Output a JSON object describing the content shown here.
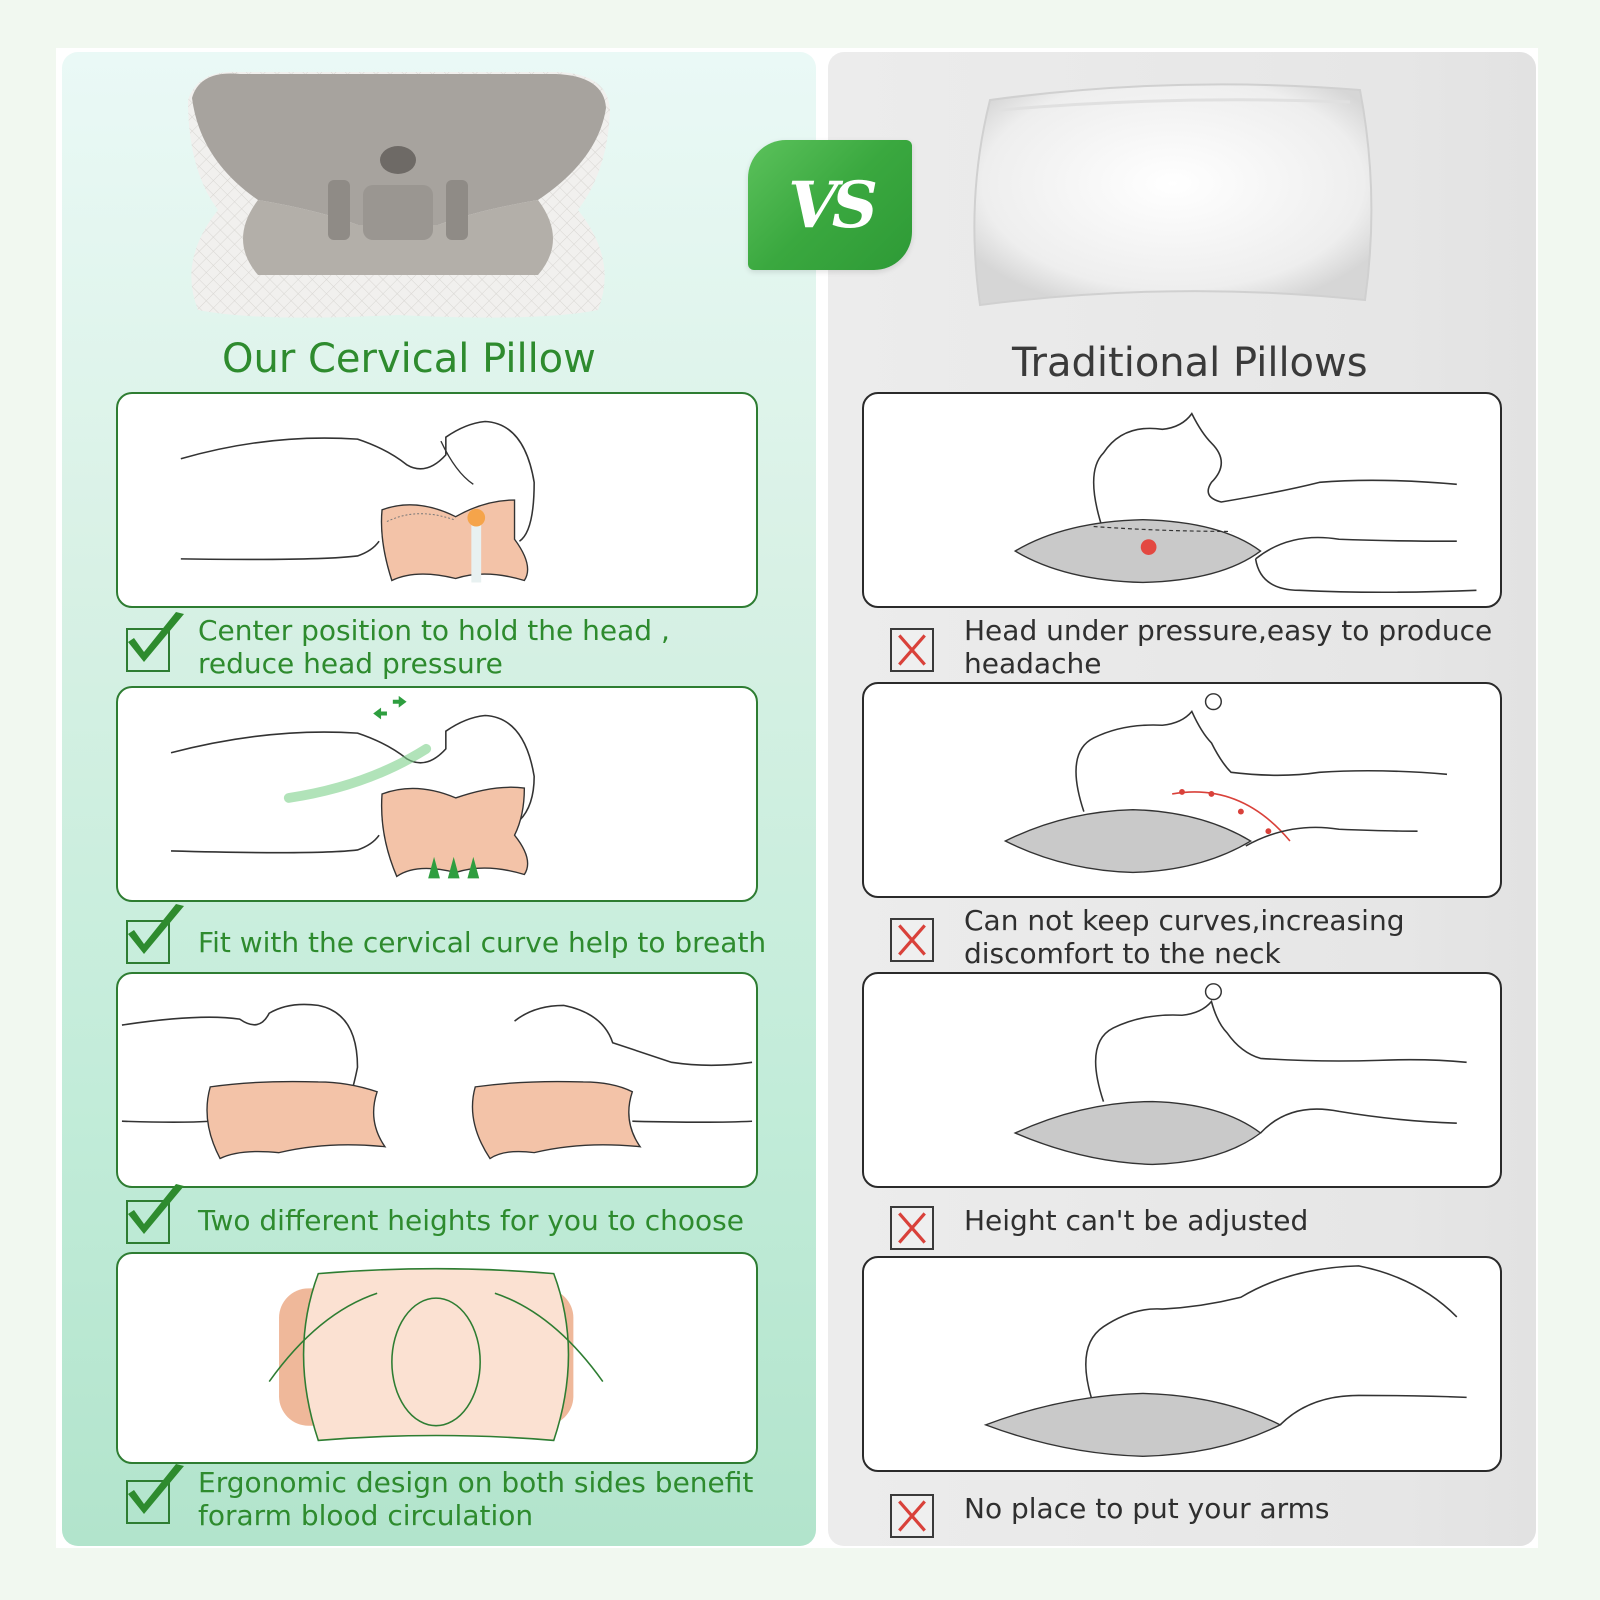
{
  "vs_badge": {
    "label": "VS",
    "color": "#3aa83f"
  },
  "left_column": {
    "title": "Our Cervical Pillow",
    "accent_color": "#2e8b2e",
    "status_icon": "checkmark-icon",
    "features": [
      {
        "illustration": "pillow-center-head-support",
        "line1": "Center position to hold the head ,",
        "line2": "reduce head pressure"
      },
      {
        "illustration": "pillow-cervical-curve-breathing",
        "line1": "Fit with the cervical curve help to breath",
        "line2": ""
      },
      {
        "illustration": "pillow-two-heights",
        "line1": "Two different heights for you to choose",
        "line2": ""
      },
      {
        "illustration": "pillow-arm-rest-sides",
        "line1": "Ergonomic design on both sides benefit",
        "line2": "forarm blood circulation"
      }
    ]
  },
  "right_column": {
    "title": "Traditional Pillows",
    "accent_color": "#d9413a",
    "status_icon": "x-mark-icon",
    "drawbacks": [
      {
        "illustration": "flat-pillow-head-pressure",
        "line1": "Head under pressure,easy to produce",
        "line2": "headache"
      },
      {
        "illustration": "flat-pillow-neck-curve",
        "line1": "Can not keep curves,increasing",
        "line2": "discomfort to the neck"
      },
      {
        "illustration": "flat-pillow-fixed-height",
        "line1": "Height can't be adjusted",
        "line2": ""
      },
      {
        "illustration": "flat-pillow-no-arm-space",
        "line1": "No place to put your arms",
        "line2": ""
      }
    ]
  }
}
